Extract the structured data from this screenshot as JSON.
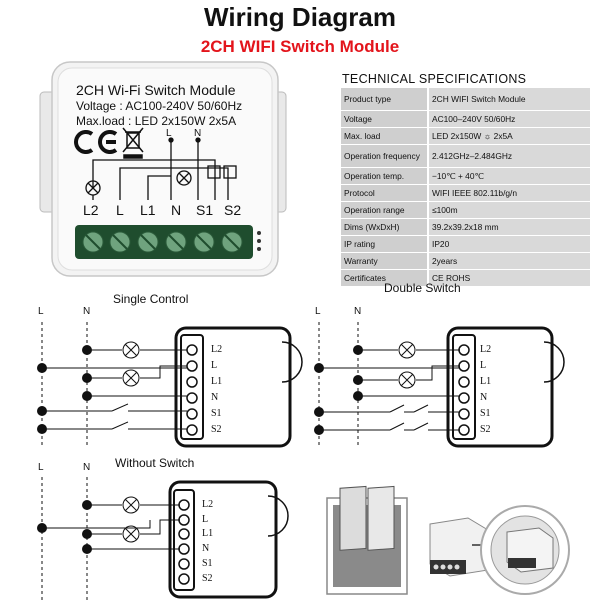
{
  "title": "Wiring Diagram",
  "subtitle": "2CH WIFI Switch Module",
  "module": {
    "name": "2CH Wi-Fi Switch Module",
    "voltage": "Voltage : AC100-240V 50/60Hz",
    "maxload": "Max.load : LED 2x150W  2x5A",
    "ce": "CE",
    "terminals": [
      "L2",
      "L",
      "L1",
      "N",
      "S1",
      "S2"
    ],
    "small_L": "L",
    "small_N": "N"
  },
  "specs": {
    "heading": "TECHNICAL SPECIFICATIONS",
    "rows": [
      {
        "key": "Product type",
        "value": "2CH WIFI Switch Module"
      },
      {
        "key": "Voltage",
        "value": "AC100–240V 50/60Hz"
      },
      {
        "key": "Max. load",
        "value": "LED 2x150W  ☼  2x5A"
      },
      {
        "key": "Operation frequency",
        "value": "2.412GHz–2.484GHz"
      },
      {
        "key": "Operation temp.",
        "value": "−10℃ + 40℃"
      },
      {
        "key": "Protocol",
        "value": "WIFI  IEEE 802.11b/g/n"
      },
      {
        "key": "Operation range",
        "value": "≤100m"
      },
      {
        "key": "Dims (WxDxH)",
        "value": "39.2x39.2x18 mm"
      },
      {
        "key": "IP rating",
        "value": "IP20"
      },
      {
        "key": "Warranty",
        "value": "2years"
      },
      {
        "key": "Certificates",
        "value": "CE ROHS"
      }
    ]
  },
  "diagrams": {
    "single_control": "Single Control",
    "double_switch": "Double Switch",
    "without_switch": "Without Switch",
    "line_L": "L",
    "line_N": "N",
    "terminals": [
      "L2",
      "L",
      "L1",
      "N",
      "S1",
      "S2"
    ]
  }
}
